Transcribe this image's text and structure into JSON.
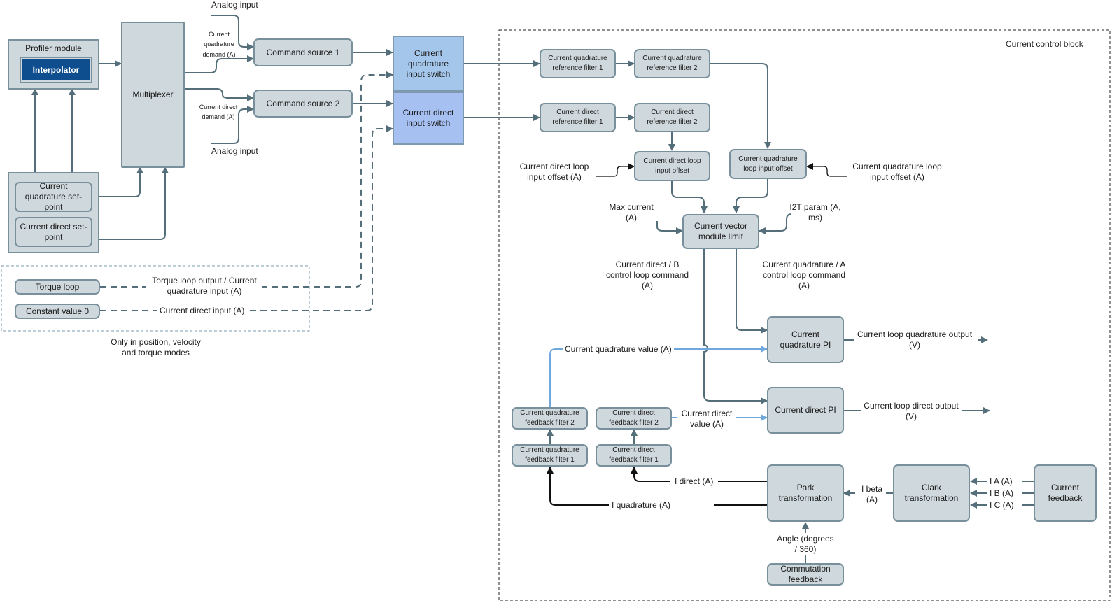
{
  "diagram": {
    "current_control_block": "Current control block",
    "modes_note": "Only in position, velocity and torque modes",
    "blocks": {
      "profiler_module": "Profiler module",
      "interpolator": "Interpolator",
      "multiplexer": "Multiplexer",
      "current_quadrature_setpoint": "Current quadrature set-point",
      "current_direct_setpoint": "Current direct set-point",
      "command_source_1": "Command source 1",
      "command_source_2": "Command source 2",
      "current_quadrature_input_switch": "Current quadrature input switch",
      "current_direct_input_switch": "Current direct input switch",
      "torque_loop": "Torque loop",
      "constant_value_0": "Constant value 0",
      "current_quadrature_reference_filter_1": "Current quadrature reference filter 1",
      "current_quadrature_reference_filter_2": "Current quadrature reference filter 2",
      "current_direct_reference_filter_1": "Current direct reference filter 1",
      "current_direct_reference_filter_2": "Current direct reference filter  2",
      "current_direct_loop_input_offset": "Current direct loop input offset",
      "current_quadrature_loop_input_offset": "Current quadrature loop input offset",
      "current_vector_module_limit": "Current vector module limit",
      "current_quadrature_pi": "Current quadrature PI",
      "current_direct_pi": "Current direct PI",
      "current_quadrature_feedback_filter_2": "Current quadrature feedback filter 2",
      "current_quadrature_feedback_filter_1": "Current quadrature feedback filter 1",
      "current_direct_feedback_filter_2": "Current direct feedback filter 2",
      "current_direct_feedback_filter_1": "Current direct feedback filter 1",
      "park_transformation": "Park transformation",
      "clark_transformation": "Clark transformation",
      "current_feedback": "Current feedback",
      "commutation_feedback": "Commutation feedback"
    },
    "labels": {
      "analog_input_top": "Analog input",
      "analog_input_bottom": "Analog input",
      "current_quadrature_demand": "Current quadrature demand (A)",
      "current_direct_demand": "Current direct demand (A)",
      "torque_loop_output": "Torque loop output / Current quadrature input (A)",
      "current_direct_input": "Current direct input (A)",
      "current_direct_loop_input_offset_a": "Current direct loop input offset (A)",
      "current_quadrature_loop_input_offset_a": "Current quadrature loop input offset (A)",
      "max_current": "Max current (A)",
      "i2t_param": "I2T param (A, ms)",
      "direct_b_command": "Current direct / B control loop command (A)",
      "quadrature_a_command": "Current quadrature / A control loop command (A)",
      "current_quadrature_value": "Current quadrature value (A)",
      "current_direct_value": "Current direct value (A)",
      "loop_quadrature_output": "Current loop quadrature output (V)",
      "loop_direct_output": "Current loop direct output (V)",
      "i_direct": "I direct (A)",
      "i_quadrature": "I quadrature (A)",
      "i_beta": "I beta (A)",
      "i_a": "I A (A)",
      "i_b": "I B (A)",
      "i_c": "I C (A)",
      "angle": "Angle (degrees / 360)"
    }
  }
}
